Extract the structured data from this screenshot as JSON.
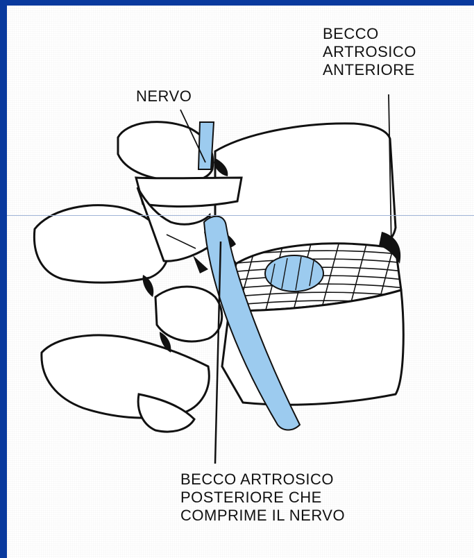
{
  "labels": {
    "nervo": "NERVO",
    "becco_anteriore": [
      "BECCO",
      "ARTROSICO",
      "ANTERIORE"
    ],
    "becco_posteriore": [
      "BECCO ARTROSICO",
      "POSTERIORE CHE",
      "COMPRIME IL NERVO"
    ]
  },
  "colors": {
    "slide_background": "#0a3a9e",
    "nerve": "#9ccbef",
    "bone_outline": "#111111"
  }
}
